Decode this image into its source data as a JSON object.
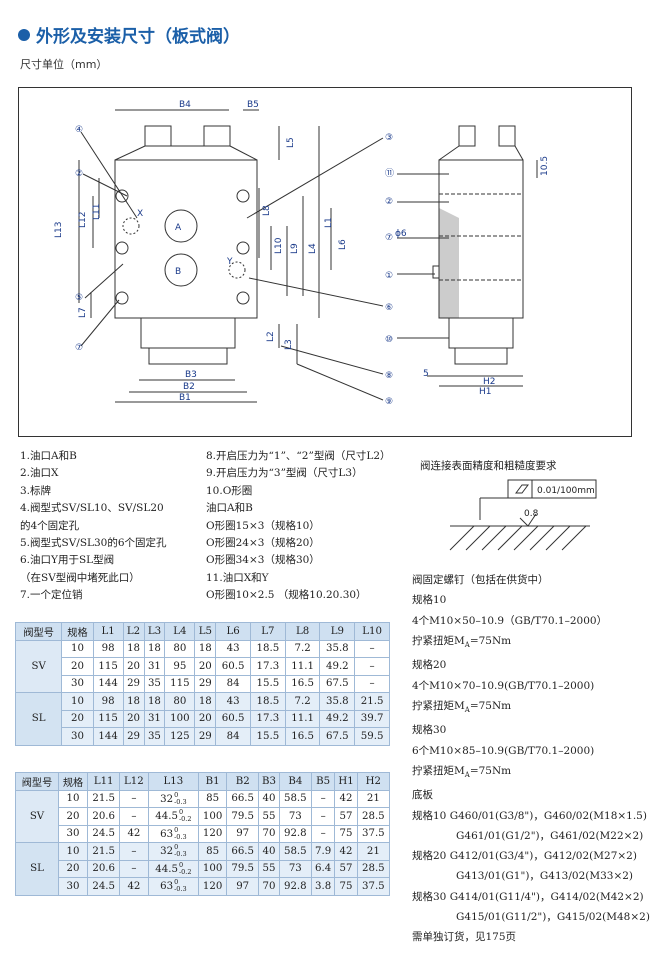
{
  "header": {
    "title": "外形及安装尺寸（板式阀）",
    "unit": "尺寸单位（mm）"
  },
  "drawing": {
    "dims": [
      "B4",
      "B5",
      "L5",
      "L11",
      "L1",
      "L13",
      "L12",
      "L8",
      "L10",
      "L9",
      "L4",
      "L6",
      "L7",
      "L2",
      "L3",
      "B3",
      "B2",
      "B1",
      "H2",
      "H1",
      "5",
      "10.5",
      "ϕ6",
      "A",
      "B",
      "X",
      "Y"
    ],
    "callouts": [
      "④",
      "③",
      "②",
      "⑤",
      "⑦",
      "⑥",
      "⑧",
      "⑨",
      "⑪",
      "②",
      "⑦",
      "①",
      "⑩"
    ]
  },
  "notes_left": [
    "1.油口A和B",
    "2.油口X",
    "3.标牌",
    "4.阀型式SV/SL10、SV/SL20",
    "  的4个固定孔",
    "5.阀型式SV/SL30的6个固定孔",
    "6.油口Y用于SL型阀",
    "  （在SV型阀中堵死此口）",
    "7.一个定位销"
  ],
  "notes_mid": [
    "8.开启压力为“1”、“2”型阀（尺寸L2）",
    "9.开启压力为“3”型阀（尺寸L3）",
    "10.O形圈",
    "  油口A和B",
    "  O形圈15×3（规格10）",
    "  O形圈24×3（规格20）",
    "  O形圈34×3（规格30）",
    "11.油口X和Y",
    "  O形圈10×2.5  （规格10.20.30）"
  ],
  "surface": {
    "title": "阀连接表面精度和粗糙度要求",
    "flatness": "0.01/100mm",
    "roughness": "0.8"
  },
  "table1": {
    "headers": [
      "阀型号",
      "规格",
      "L1",
      "L2",
      "L3",
      "L4",
      "L5",
      "L6",
      "L7",
      "L8",
      "L9",
      "L10"
    ],
    "groups": [
      {
        "name": "SV",
        "rows": [
          [
            "10",
            "98",
            "18",
            "18",
            "80",
            "18",
            "43",
            "18.5",
            "7.2",
            "35.8",
            "–"
          ],
          [
            "20",
            "115",
            "20",
            "31",
            "95",
            "20",
            "60.5",
            "17.3",
            "11.1",
            "49.2",
            "–"
          ],
          [
            "30",
            "144",
            "29",
            "35",
            "115",
            "29",
            "84",
            "15.5",
            "16.5",
            "67.5",
            "–"
          ]
        ]
      },
      {
        "name": "SL",
        "rows": [
          [
            "10",
            "98",
            "18",
            "18",
            "80",
            "18",
            "43",
            "18.5",
            "7.2",
            "35.8",
            "21.5"
          ],
          [
            "20",
            "115",
            "20",
            "31",
            "100",
            "20",
            "60.5",
            "17.3",
            "11.1",
            "49.2",
            "39.7"
          ],
          [
            "30",
            "144",
            "29",
            "35",
            "125",
            "29",
            "84",
            "15.5",
            "16.5",
            "67.5",
            "59.5"
          ]
        ]
      }
    ]
  },
  "table2": {
    "headers": [
      "阀型号",
      "规格",
      "L11",
      "L12",
      "L13",
      "B1",
      "B2",
      "B3",
      "B4",
      "B5",
      "H1",
      "H2"
    ],
    "tol": [
      [
        "0",
        "-0.3"
      ],
      [
        "0",
        "-0.2"
      ],
      [
        "0",
        "-0.3"
      ]
    ],
    "groups": [
      {
        "name": "SV",
        "rows": [
          [
            "10",
            "21.5",
            "–",
            "32",
            "85",
            "66.5",
            "40",
            "58.5",
            "–",
            "42",
            "21"
          ],
          [
            "20",
            "20.6",
            "–",
            "44.5",
            "100",
            "79.5",
            "55",
            "73",
            "–",
            "57",
            "28.5"
          ],
          [
            "30",
            "24.5",
            "42",
            "63",
            "120",
            "97",
            "70",
            "92.8",
            "–",
            "75",
            "37.5"
          ]
        ]
      },
      {
        "name": "SL",
        "rows": [
          [
            "10",
            "21.5",
            "–",
            "32",
            "85",
            "66.5",
            "40",
            "58.5",
            "7.9",
            "42",
            "21"
          ],
          [
            "20",
            "20.6",
            "–",
            "44.5",
            "100",
            "79.5",
            "55",
            "73",
            "6.4",
            "57",
            "28.5"
          ],
          [
            "30",
            "24.5",
            "42",
            "63",
            "120",
            "97",
            "70",
            "92.8",
            "3.8",
            "75",
            "37.5"
          ]
        ]
      }
    ]
  },
  "right": {
    "bolts_title": "阀固定螺钉（包括在供货中）",
    "s10": "规格10",
    "s10_bolt": "4个M10×50–10.9（GB/T70.1–2000）",
    "torque_label": "拧紧扭矩M",
    "torque_sub": "A",
    "torque_val": "=75Nm",
    "s20": "规格20",
    "s20_bolt": "4个M10×70–10.9(GB/T70.1–2000)",
    "s30": "规格30",
    "s30_bolt": "6个M10×85–10.9(GB/T70.1–2000)",
    "plate": "底板",
    "p10a": "规格10  G460/01(G3/8\")，G460/02(M18×1.5)",
    "p10b": "G461/01(G1/2\")，G461/02(M22×2)",
    "p20a": "规格20  G412/01(G3/4\")，G412/02(M27×2)",
    "p20b": "G413/01(G1\")，G413/02(M33×2)",
    "p30a": "规格30  G414/01(G11/4\")，G414/02(M42×2)",
    "p30b": "G415/01(G11/2\")，G415/02(M48×2)",
    "order": "需单独订货，见175页"
  }
}
